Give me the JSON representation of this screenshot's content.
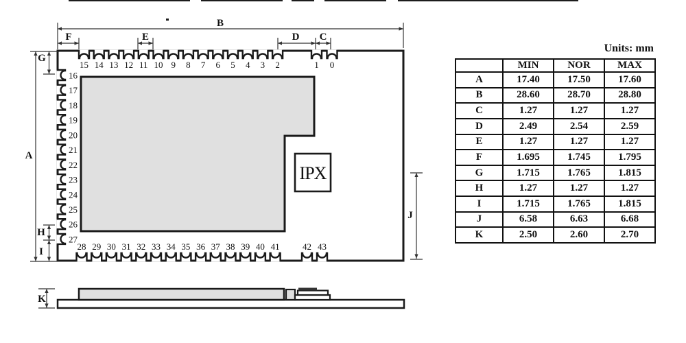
{
  "units_label": "Units: mm",
  "drawing": {
    "ipx_label": "IPX",
    "dim_labels": {
      "A": "A",
      "B": "B",
      "C": "C",
      "D": "D",
      "E": "E",
      "F": "F",
      "G": "G",
      "H": "H",
      "I": "I",
      "J": "J",
      "K": "K"
    },
    "top_pads": [
      "15",
      "14",
      "13",
      "12",
      "11",
      "10",
      "9",
      "8",
      "7",
      "6",
      "5",
      "4",
      "3",
      "2",
      "1",
      "0"
    ],
    "left_pads": [
      "16",
      "17",
      "18",
      "19",
      "20",
      "21",
      "22",
      "23",
      "24",
      "25",
      "26",
      "27"
    ],
    "bottom_pads": [
      "28",
      "29",
      "30",
      "31",
      "32",
      "33",
      "34",
      "35",
      "36",
      "37",
      "38",
      "39",
      "40",
      "41",
      "42",
      "43"
    ]
  },
  "table": {
    "headers": [
      "",
      "MIN",
      "NOR",
      "MAX"
    ],
    "rows": [
      {
        "label": "A",
        "min": "17.40",
        "nor": "17.50",
        "max": "17.60"
      },
      {
        "label": "B",
        "min": "28.60",
        "nor": "28.70",
        "max": "28.80"
      },
      {
        "label": "C",
        "min": "1.27",
        "nor": "1.27",
        "max": "1.27"
      },
      {
        "label": "D",
        "min": "2.49",
        "nor": "2.54",
        "max": "2.59"
      },
      {
        "label": "E",
        "min": "1.27",
        "nor": "1.27",
        "max": "1.27"
      },
      {
        "label": "F",
        "min": "1.695",
        "nor": "1.745",
        "max": "1.795"
      },
      {
        "label": "G",
        "min": "1.715",
        "nor": "1.765",
        "max": "1.815"
      },
      {
        "label": "H",
        "min": "1.27",
        "nor": "1.27",
        "max": "1.27"
      },
      {
        "label": "I",
        "min": "1.715",
        "nor": "1.765",
        "max": "1.815"
      },
      {
        "label": "J",
        "min": "6.58",
        "nor": "6.63",
        "max": "6.68"
      },
      {
        "label": "K",
        "min": "2.50",
        "nor": "2.60",
        "max": "2.70"
      }
    ]
  },
  "colors": {
    "line": "#1a1a1a",
    "dim_line": "#333333",
    "fill_gray": "#e0e0e0",
    "text": "#111111"
  }
}
